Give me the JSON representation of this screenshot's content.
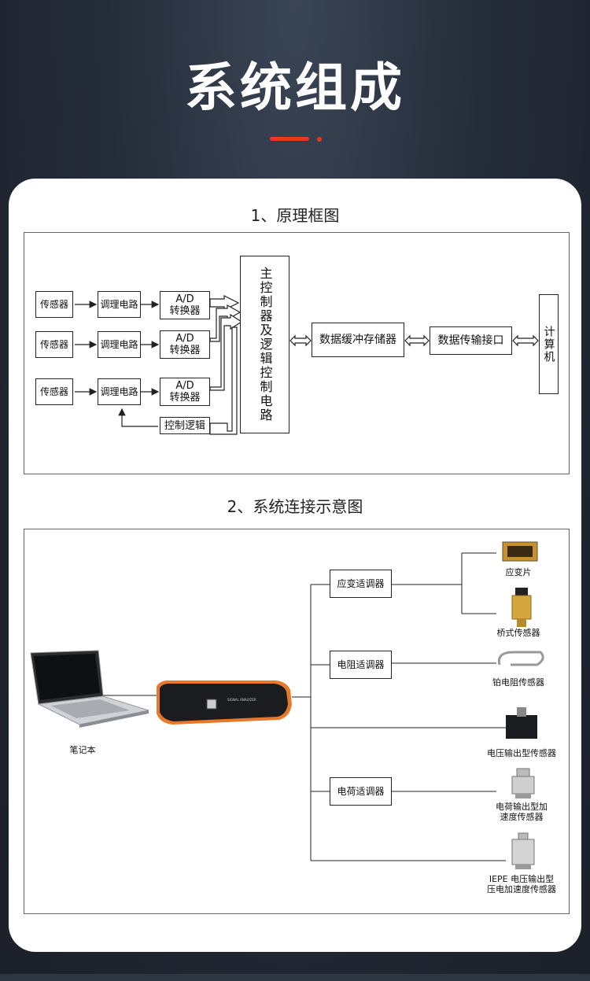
{
  "header": {
    "title": "系统组成"
  },
  "section1": {
    "title": "1、原理框图",
    "sensors": [
      "传感器",
      "传感器",
      "传感器"
    ],
    "conditioners": [
      "调理电路",
      "调理电路",
      "调理电路"
    ],
    "ad_converters": [
      "A/D\n转换器",
      "A/D\n转换器",
      "A/D\n转换器"
    ],
    "control_logic": "控制逻辑",
    "main_control": "主控制器及逻辑控制电路",
    "buffer": "数据缓冲存储器",
    "interface": "数据传输接口",
    "computer": "计算机"
  },
  "section2": {
    "title": "2、系统连接示意图",
    "laptop": "笔记本",
    "analyzer_text": "SIGNAL ANALYZER",
    "conditioners": [
      "应变适调器",
      "电阻适调器",
      "电荷适调器"
    ],
    "sensors": [
      "应变片",
      "桥式传感器",
      "铂电阻传感器",
      "电压输出型传感器",
      "电荷输出型加\n速度传感器",
      "IEPE 电压输出型\n压电加速度传感器"
    ]
  },
  "colors": {
    "accent": "#e8381f",
    "analyzer_orange": "#e8782a"
  }
}
